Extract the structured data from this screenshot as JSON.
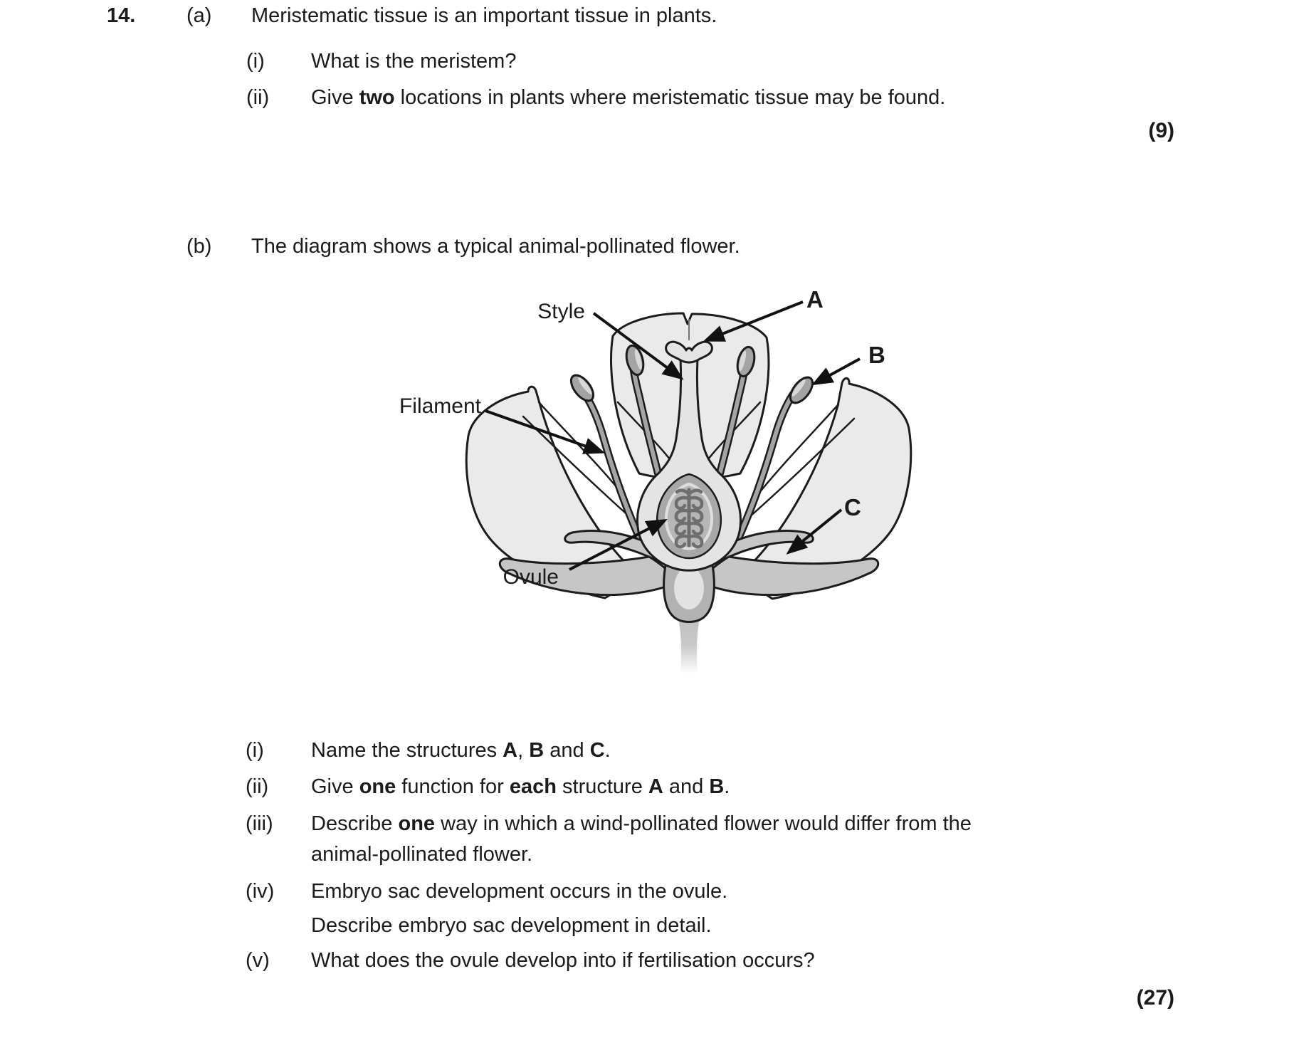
{
  "colors": {
    "ink": "#1b1b1b",
    "outline": "#1c1c1c",
    "petal": "#eaeaea",
    "organ": "#a4a4a4",
    "organ-light": "#d8d8d8",
    "sepal": "#c6c6c6",
    "pistil": "#e4e4e4",
    "ovary-ring": "#a8a8a8",
    "ovule-bg": "#b6b6b6",
    "branch": "#6e6e6e",
    "receptacle": "#b2b2b2",
    "paper": "#ffffff"
  },
  "question": {
    "number": "14.",
    "part_a": {
      "marker": "(a)",
      "intro": "Meristematic tissue is an important tissue in plants.",
      "item_i": {
        "marker": "(i)",
        "text": "What is the meristem?"
      },
      "item_ii": {
        "marker": "(ii)",
        "s0": "Give ",
        "s1": "two",
        "s2": " locations in plants where meristematic tissue may be found."
      },
      "marks": "(9)"
    },
    "part_b": {
      "marker": "(b)",
      "intro": "The diagram shows a typical animal-pollinated flower.",
      "item_i": {
        "marker": "(i)",
        "s0": "Name the structures ",
        "s1": "A",
        "s2": ", ",
        "s3": "B",
        "s4": " and ",
        "s5": "C",
        "s6": "."
      },
      "item_ii": {
        "marker": "(ii)",
        "s0": "Give ",
        "s1": "one",
        "s2": " function for ",
        "s3": "each",
        "s4": " structure ",
        "s5": "A",
        "s6": " and ",
        "s7": "B",
        "s8": "."
      },
      "item_iii": {
        "marker": "(iii)",
        "s0": "Describe ",
        "s1": "one",
        "s2": " way in which a wind-pollinated flower would differ from the",
        "line2": "animal-pollinated flower."
      },
      "item_iv": {
        "marker": "(iv)",
        "line1": "Embryo sac development occurs in the ovule.",
        "line2": "Describe embryo sac development in detail."
      },
      "item_v": {
        "marker": "(v)",
        "text": "What does the ovule develop into if fertilisation occurs?"
      },
      "marks": "(27)"
    }
  },
  "diagram": {
    "labels": {
      "style": "Style",
      "filament": "Filament",
      "ovule": "Ovule",
      "a": "A",
      "b": "B",
      "c": "C"
    }
  }
}
